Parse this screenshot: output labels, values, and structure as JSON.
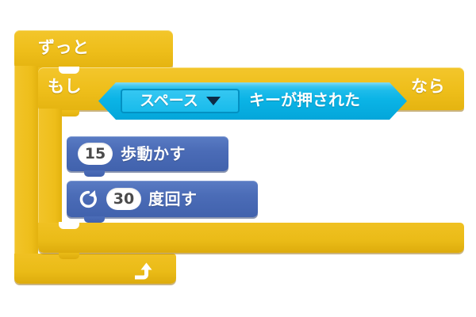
{
  "workspace": {
    "background_color": "#ffffff",
    "palette": {
      "control_yellow": "#EEBE1A",
      "sensing_cyan": "#0BB4E6",
      "motion_blue": "#4B6CB7",
      "input_white": "#FFFFFF",
      "number_text": "#4A4A4A"
    }
  },
  "script": {
    "forever_block": {
      "label": "ずっと",
      "loop_arrow_icon": "loop-arrow-icon"
    },
    "if_block": {
      "label": "もし",
      "then_label": "なら",
      "condition": {
        "type": "boolean-hexagon",
        "dropdown": {
          "selected": "スペース",
          "caret_icon": "chevron-down-icon"
        },
        "text": "キーが押された"
      }
    },
    "body": [
      {
        "name": "move-steps-block",
        "value": "15",
        "label": "歩動かす"
      },
      {
        "name": "turn-degrees-block",
        "icon": "rotate-clockwise-icon",
        "value": "30",
        "label": "度回す"
      }
    ]
  }
}
